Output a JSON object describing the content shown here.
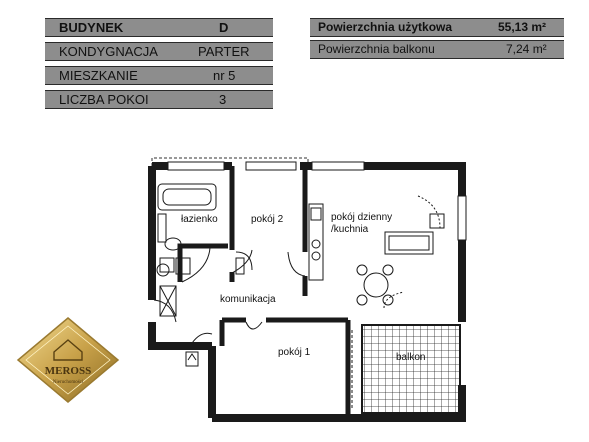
{
  "info_left": [
    {
      "label": "BUDYNEK",
      "value": "D"
    },
    {
      "label": "KONDYGNACJA",
      "value": "PARTER"
    },
    {
      "label": "MIESZKANIE",
      "value": "nr 5"
    },
    {
      "label": "LICZBA POKOI",
      "value": "3"
    }
  ],
  "info_right": [
    {
      "label": "Powierzchnia użytkowa",
      "value": "55,13 m²"
    },
    {
      "label": "Powierzchnia balkonu",
      "value": "7,24 m²"
    }
  ],
  "rooms": {
    "bathroom": "łazienko",
    "room2": "pokój 2",
    "living_line1": "pokój dzienny",
    "living_line2": "/kuchnia",
    "corridor": "komunikacja",
    "room1": "pokój 1",
    "balcony": "balkon"
  },
  "logo": {
    "name": "MEROSS",
    "subtitle": "Nieruchomości"
  },
  "colors": {
    "panel": "#8d8d8d",
    "wall": "#1a1a1a",
    "logo_gold": "#c9a24a"
  }
}
